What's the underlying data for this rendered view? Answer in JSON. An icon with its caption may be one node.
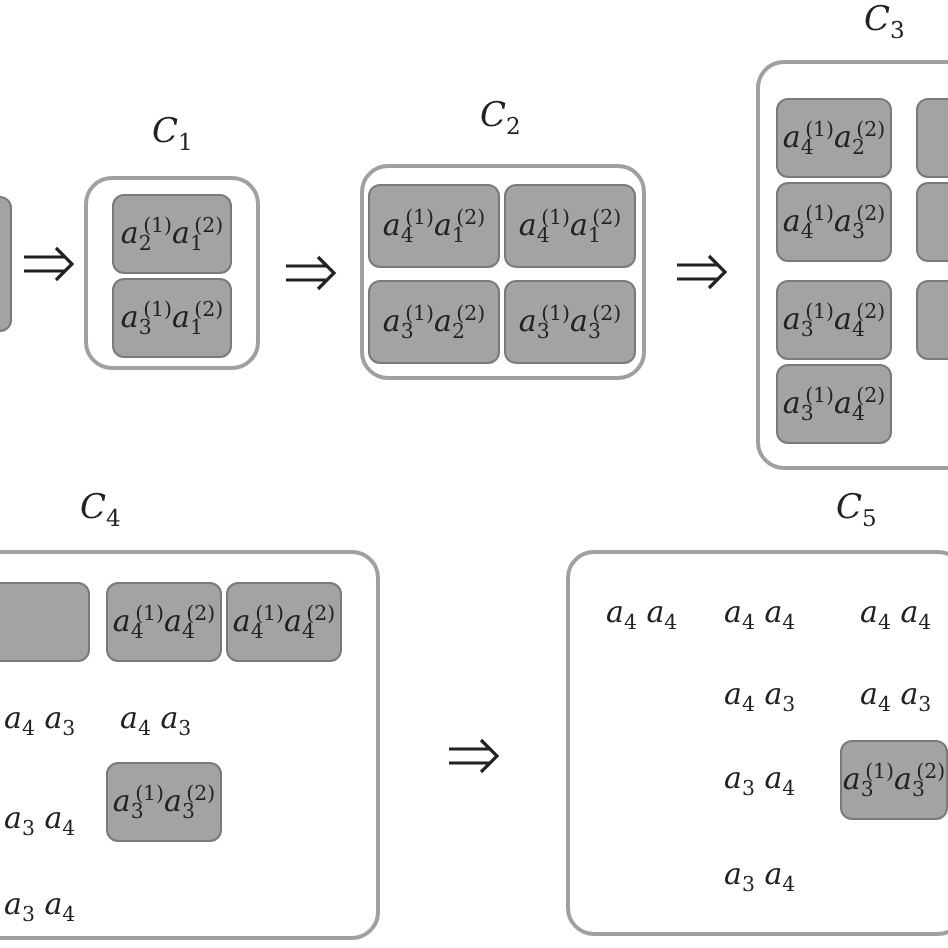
{
  "diagram": {
    "nodes": [
      {
        "text": [],
        "shape": "box"
      },
      {
        "text": [
          "C$_{1}$"
        ]
      },
      {
        "text": [
          "a$_{2}$$^{(1)}$a$_{1}$$^{(2)}$"
        ],
        "in": 1
      },
      {
        "text": [
          "a$_{3}$$^{(1)}$a$_{1}$$^{(2)}$"
        ],
        "in": 1
      },
      {
        "text": [
          "C$_{2}$"
        ]
      },
      {
        "text": [
          "a$_{4}$$^{(1)}$a$_{1}$$^{(2)}$"
        ],
        "in": 4
      },
      {
        "text": [
          "a$_{4}$$^{(1)}$a$_{1}$$^{(2)}$"
        ],
        "in": 4
      },
      {
        "text": [
          "a$_{3}$$^{(1)}$a$_{2}$$^{(2)}$"
        ],
        "in": 4
      },
      {
        "text": [
          "a$_{3}$$^{(1)}$a$_{3}$$^{(2)}$"
        ],
        "in": 4
      },
      {
        "text": [
          "C$_{3}$"
        ]
      },
      {
        "text": [
          "a$_{4}$$^{(1)}$a$_{2}$$^{(2)}$"
        ],
        "in": 9
      },
      {
        "text": [
          "a$_{4}$$^{(1)}$a$_{3}$$^{(2)}$"
        ],
        "in": 9
      },
      {
        "text": [
          "a$_{3}$$^{(1)}$a$_{4}$$^{(2)}$"
        ],
        "in": 9
      },
      {
        "text": [
          "a$_{3}$$^{(1)}$a$_{4}$$^{(2)}$"
        ],
        "in": 9
      },
      {
        "text": [],
        "shape": "box",
        "in": 9
      },
      {
        "text": [],
        "shape": "box",
        "in": 9
      },
      {
        "text": [],
        "shape": "box",
        "in": 9
      },
      {
        "text": [
          "C$_{4}$",
          "a$_{4}$ a$_{3}$",
          "a$_{4}$ a$_{3}$",
          "a$_{3}$ a$_{4}$",
          "a$_{3}$ a$_{4}$"
        ]
      },
      {
        "text": [],
        "shape": "box",
        "in": 17
      },
      {
        "text": [
          "a$_{4}$$^{(1)}$a$_{4}$$^{(2)}$"
        ],
        "in": 17
      },
      {
        "text": [
          "a$_{4}$$^{(1)}$a$_{4}$$^{(2)}$"
        ],
        "in": 17
      },
      {
        "text": [
          "a$_{3}$$^{(1)}$a$_{3}$$^{(2)}$"
        ],
        "in": 17
      },
      {
        "text": [
          "C$_{5}$",
          "a$_{4}$ a$_{4}$",
          "a$_{4}$ a$_{4}$",
          "a$_{4}$ a$_{4}$",
          "a$_{4}$ a$_{3}$",
          "a$_{4}$ a$_{3}$",
          "a$_{3}$ a$_{4}$",
          "a$_{3}$ a$_{4}$"
        ]
      },
      {
        "text": [
          "a$_{3}$$^{(1)}$a$_{3}$$^{(2)}$"
        ],
        "in": 22
      }
    ],
    "edges": [
      {
        "from": 0,
        "to": 1,
        "arrow": "to"
      },
      {
        "from": 1,
        "to": 4,
        "arrow": "to"
      },
      {
        "from": 4,
        "to": 9,
        "arrow": "to"
      },
      {
        "from": 17,
        "to": 22,
        "arrow": "to"
      }
    ]
  }
}
